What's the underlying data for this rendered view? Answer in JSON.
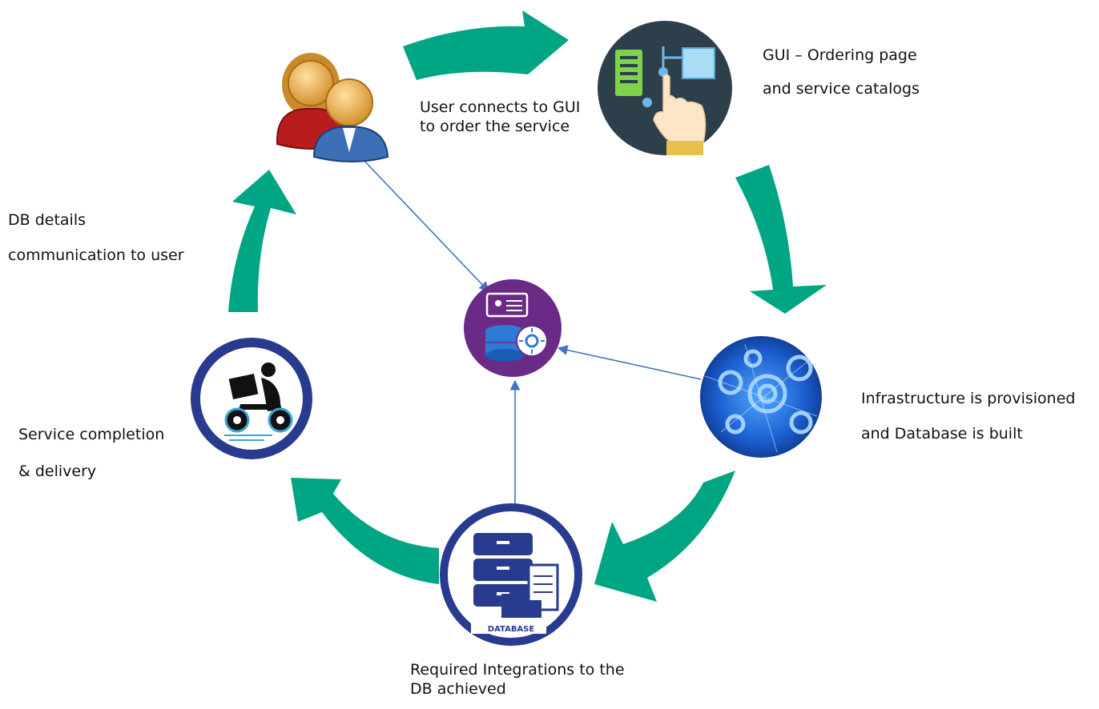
{
  "colors": {
    "arrow": "#00a583",
    "connector": "#4472c4",
    "gui_bg": "#2e3f4c",
    "core_bg": "#6a2a86",
    "ring": "#283b8f"
  },
  "nodes": {
    "user": {
      "icon": "users-icon"
    },
    "gui": {
      "icon": "touch-interface-icon"
    },
    "infra": {
      "icon": "gears-icon"
    },
    "database": {
      "icon": "database-server-icon",
      "caption": "DATABASE"
    },
    "delivery": {
      "icon": "delivery-rider-icon"
    },
    "core": {
      "icon": "database-automation-icon"
    }
  },
  "labels": {
    "user_connects": [
      "User connects to GUI",
      "to order the service"
    ],
    "gui": [
      "GUI – Ordering page",
      "and service catalogs"
    ],
    "infra": [
      "Infrastructure is provisioned",
      "and Database is built"
    ],
    "integrations": [
      "Required Integrations to the",
      "DB achieved"
    ],
    "service": [
      "Service completion",
      "& delivery"
    ],
    "db_details": [
      "DB details",
      "communication to user"
    ]
  }
}
